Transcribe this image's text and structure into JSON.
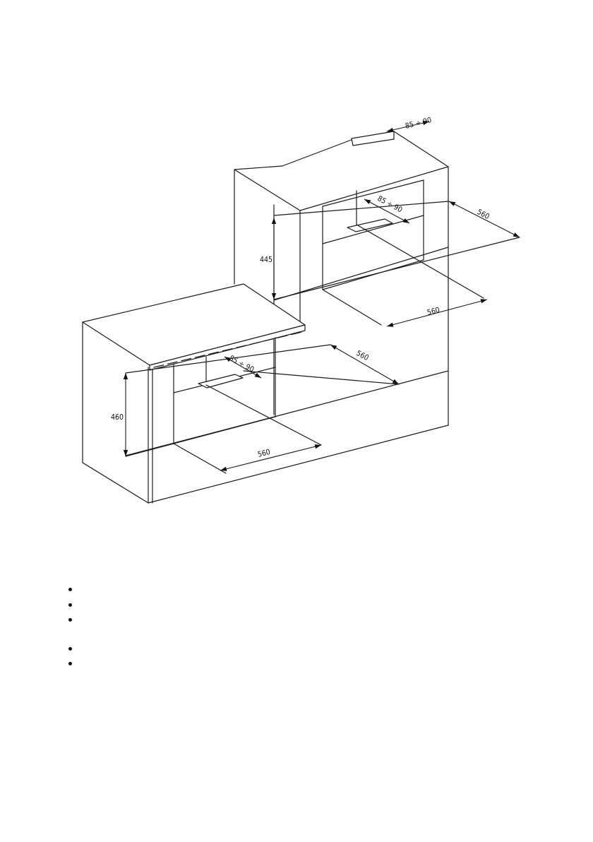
{
  "dimensions": {
    "top_cutout": "85 ÷ 90",
    "upper_cutout": "85 ÷ 90",
    "upper_depth": "560",
    "upper_height": "445",
    "upper_width": "560",
    "lower_cutout": "85 ÷ 90",
    "lower_depth": "560",
    "lower_height": "460",
    "lower_width": "560"
  },
  "bullets": [
    {
      "id": "bullet-1",
      "text": ""
    },
    {
      "id": "bullet-2",
      "text": ""
    },
    {
      "id": "bullet-3",
      "text": ""
    },
    {
      "id": "bullet-4",
      "text": ""
    },
    {
      "id": "bullet-5",
      "text": ""
    }
  ],
  "colors": {
    "line": "#1a1a1a",
    "background": "#ffffff"
  }
}
